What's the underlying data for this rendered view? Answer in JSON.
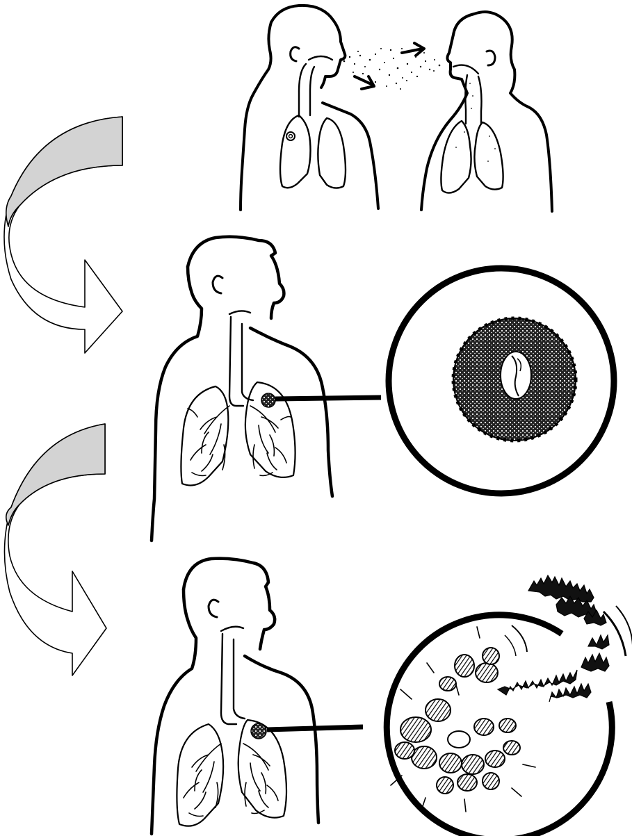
{
  "diagram": {
    "steps": [
      {
        "id": "transmission",
        "icon": "airborne-transmission-illustration"
      },
      {
        "id": "infection",
        "icon": "lung-granuloma-illustration"
      },
      {
        "id": "disease",
        "icon": "granuloma-breakdown-illustration"
      }
    ],
    "connectors": [
      {
        "from": "transmission",
        "to": "infection",
        "icon": "curved-arrow-icon"
      },
      {
        "from": "infection",
        "to": "disease",
        "icon": "curved-arrow-icon"
      }
    ],
    "colors": {
      "line": "#000000",
      "arrow_fill_top": "#d3d3d3",
      "arrow_fill_bottom": "#ffffff",
      "background": "#ffffff"
    }
  }
}
